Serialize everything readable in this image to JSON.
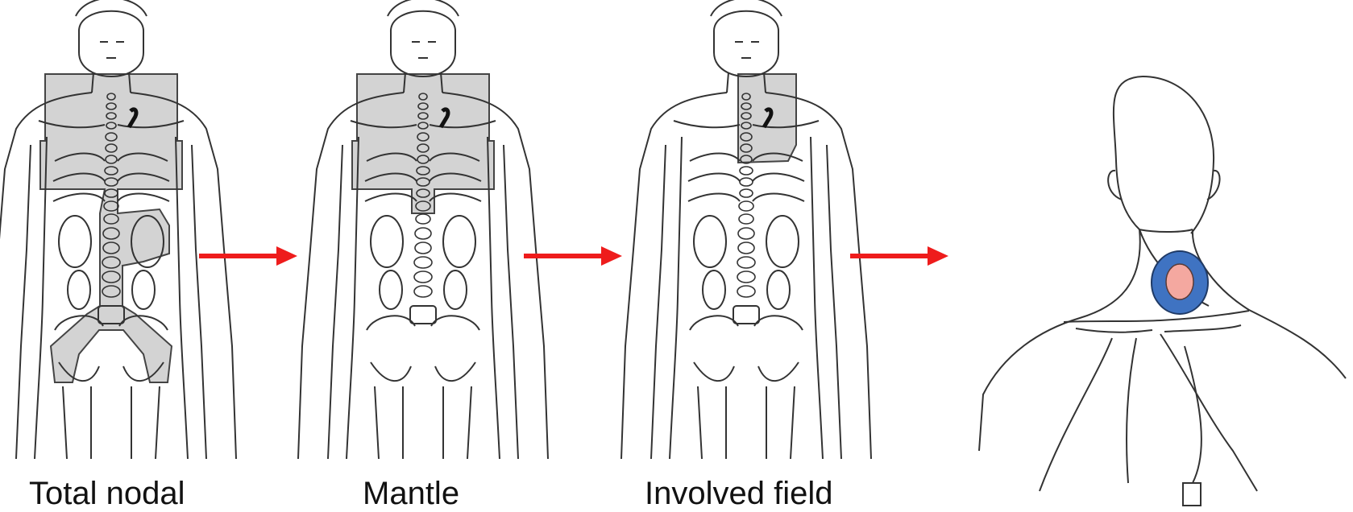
{
  "panels": [
    {
      "caption": "Total nodal",
      "field": "total-nodal"
    },
    {
      "caption": "Mantle",
      "field": "mantle"
    },
    {
      "caption": "Involved field",
      "field": "involved-field"
    },
    {
      "caption": "",
      "field": "involved-site"
    }
  ],
  "colors": {
    "field_shading": "#c4c4c4",
    "field_outline": "#444444",
    "arrow": "#ee1c1c",
    "site_ring": "#3f73c2",
    "site_core": "#f4a8a0",
    "line": "#333333"
  },
  "icons": [
    "body-outline-icon",
    "arrow-right-icon",
    "head-shoulders-icon"
  ]
}
